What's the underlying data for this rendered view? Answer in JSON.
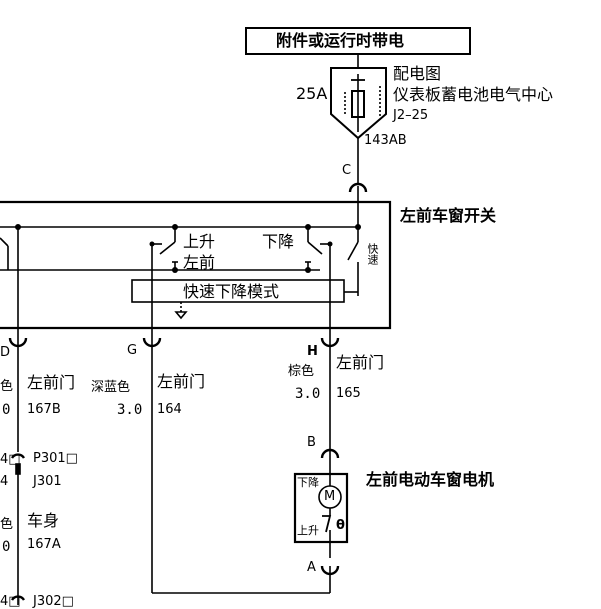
{
  "power_source": {
    "label": "附件或运行时带电"
  },
  "fuse": {
    "rating": "25A",
    "doc_ref": "配电图",
    "location": "仪表板蓄电池电气中心",
    "id": "J2–25",
    "circuit": "143AB"
  },
  "switch": {
    "title": "左前车窗开关",
    "up_label": "上升",
    "front_left_label": "左前",
    "down_label": "下降",
    "express_label": "快速",
    "mode_label": "快速下降模式",
    "connector_c": "C"
  },
  "pins": {
    "d": {
      "letter": "D",
      "color": "色",
      "gauge": "0",
      "circuit": "167B",
      "dest": "左前门"
    },
    "g": {
      "letter": "G",
      "color": "深蓝色",
      "gauge": "3.0",
      "circuit": "164",
      "dest": "左前门"
    },
    "h": {
      "letter": "H",
      "color": "棕色",
      "gauge": "3.0",
      "circuit": "165",
      "dest": "左前门"
    }
  },
  "connector_p301": {
    "left_frag": "4□",
    "name": "P301□",
    "sub_left": "4",
    "sub_name": "J301"
  },
  "body_segment": {
    "color": "色",
    "gauge": "0",
    "dest": "车身",
    "circuit": "167A"
  },
  "connector_j302": {
    "left_frag": "4□",
    "name": "J302□"
  },
  "motor": {
    "title": "左前电动车窗电机",
    "down_label": "下降",
    "up_label": "上升",
    "symbol": "M",
    "thermal": "θ",
    "pin_b": "B",
    "pin_a": "A"
  }
}
